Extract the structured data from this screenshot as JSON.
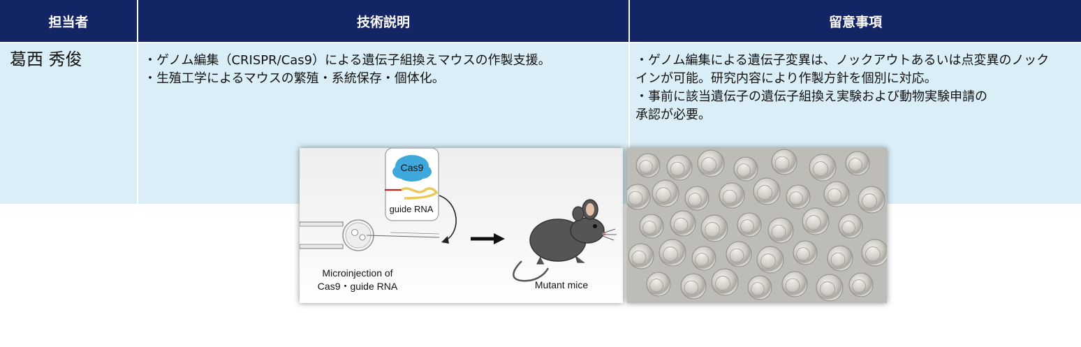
{
  "table": {
    "headers": [
      "担当者",
      "技術説明",
      "留意事項"
    ],
    "name": "葛西 秀俊",
    "description_lines": [
      "・ゲノム編集（CRISPR/Cas9）による遺伝子組換えマウスの作製支援。",
      "・生殖工学によるマウスの繁殖・系統保存・個体化。"
    ],
    "notes_lines": [
      "・ゲノム編集による遺伝子変異は、ノックアウトあるいは点変異のノック",
      "インが可能。研究内容により作製方針を個別に対応。",
      "・事前に該当遺伝子の遺伝子組換え実験および動物実験申請の",
      "承認が必要。"
    ]
  },
  "diagram": {
    "cas9_label": "Cas9",
    "guide_rna_label": "guide RNA",
    "microinjection_line1": "Microinjection of",
    "microinjection_line2": "Cas9・guide RNA",
    "mutant_label": "Mutant mice"
  },
  "colors": {
    "header_bg": "#142565",
    "cell_bg": "#d9eef6",
    "cas9_blob": "#3ea8dc",
    "guide_red": "#cc1f1f",
    "guide_yellow": "#e8c95a",
    "mouse_body": "#555555"
  }
}
